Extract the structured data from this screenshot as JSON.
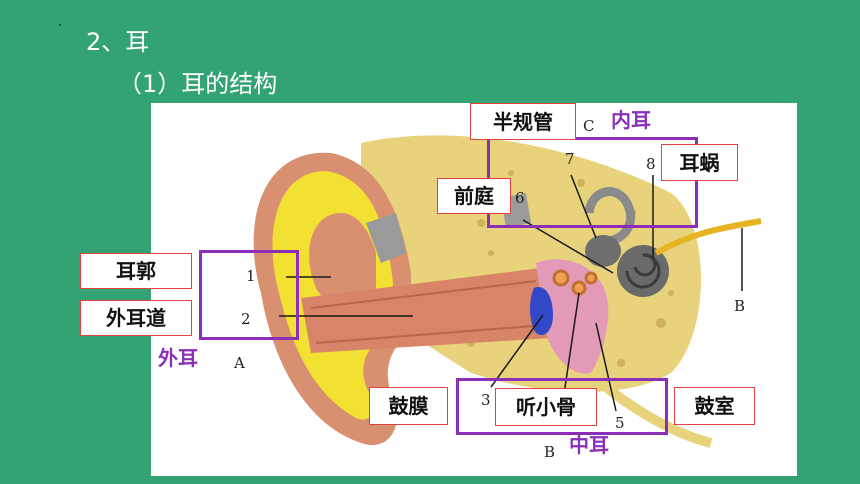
{
  "heading": {
    "section": "2、耳",
    "subsection": "（1）耳的结构"
  },
  "labels": {
    "pinna": "耳郭",
    "ear_canal": "外耳道",
    "eardrum": "鼓膜",
    "ossicles": "听小骨",
    "tympanic_cavity": "鼓室",
    "semicircular_canals": "半规管",
    "vestibule": "前庭",
    "cochlea": "耳蜗"
  },
  "groups": {
    "outer_ear": "外耳",
    "middle_ear": "中耳",
    "inner_ear": "内耳"
  },
  "letters": {
    "outer": "A",
    "middle": "B",
    "inner": "C",
    "nerve": "B"
  },
  "numbers": {
    "n1": "1",
    "n2": "2",
    "n3": "3",
    "n5": "5",
    "n6": "6",
    "n7": "7",
    "n8": "8"
  },
  "colors": {
    "background": "#34a373",
    "label_border": "#e04040",
    "group_color": "#8c2fb8",
    "skin": "#d99070",
    "cartilage": "#f2e033",
    "bone": "#e9d27a"
  }
}
